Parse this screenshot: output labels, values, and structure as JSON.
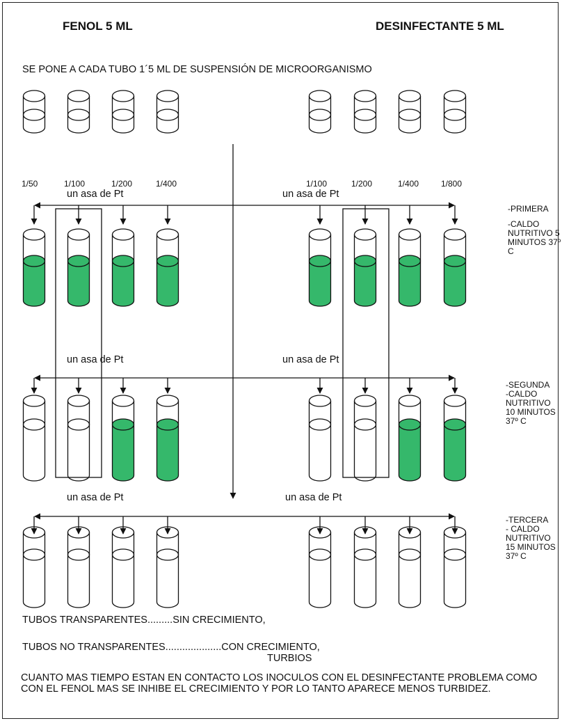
{
  "headers": {
    "left": "FENOL 5 ML",
    "right": "DESINFECTANTE 5 ML"
  },
  "instruction": "SE PONE A CADA TUBO 1´5 ML DE SUSPENSIÓN DE MICROORGANISMO",
  "dilutions": {
    "fenol": [
      "1/50",
      "1/100",
      "1/200",
      "1/400"
    ],
    "desinfectante": [
      "1/100",
      "1/200",
      "1/400",
      "1/800"
    ]
  },
  "asa_label": "un asa de Pt",
  "stages": [
    {
      "lines": [
        "-PRIMERA",
        "-CALDO NUTRITIVO 5 MINUTOS 37º C"
      ],
      "fenol_growth": [
        true,
        true,
        true,
        true
      ],
      "desinfectante_growth": [
        true,
        true,
        true,
        true
      ]
    },
    {
      "lines": [
        "-SEGUNDA",
        "-CALDO NUTRITIVO 10 MINUTOS 37º C"
      ],
      "fenol_growth": [
        false,
        false,
        true,
        true
      ],
      "desinfectante_growth": [
        false,
        false,
        true,
        true
      ]
    },
    {
      "lines": [
        "-TERCERA",
        "- CALDO NUTRITIVO 15 MINUTOS 37º C"
      ],
      "fenol_growth": [
        false,
        false,
        false,
        false
      ],
      "desinfectante_growth": [
        false,
        false,
        false,
        false
      ]
    }
  ],
  "legend": {
    "transparent": "TUBOS TRANSPARENTES.........SIN CRECIMIENTO,",
    "opaque_1": "TUBOS NO TRANSPARENTES....................CON CRECIMIENTO,",
    "opaque_2": "TURBIOS"
  },
  "conclusion": "CUANTO MAS TIEMPO ESTAN EN CONTACTO LOS INOCULOS CON EL DESINFECTANTE PROBLEMA COMO CON EL FENOL MAS SE INHIBE EL CRECIMIENTO Y POR LO TANTO APARECE MENOS TURBIDEZ.",
  "colors": {
    "growth_fill": "#35b86b",
    "line": "#111111"
  }
}
